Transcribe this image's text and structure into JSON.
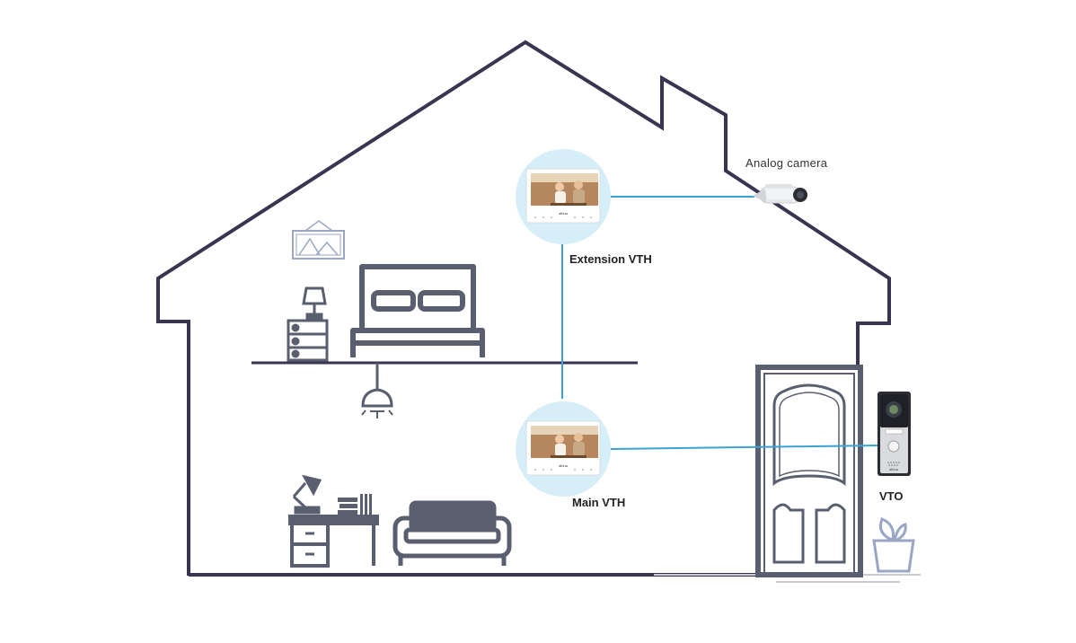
{
  "labels": {
    "analog_camera": "Analog  camera",
    "extension_vth": "Extension VTH",
    "main_vth": "Main VTH",
    "vto": "VTO",
    "vth_brand": "alhua",
    "vto_brand": "alhua"
  },
  "colors": {
    "house_outline": "#3b3450",
    "furniture": "#5a5f70",
    "connection_line": "#3aa3d6",
    "device_halo": "#d6eef8",
    "picture_frame": "#9aa6c4",
    "plant": "#9aa6c4"
  },
  "icons": [
    "picture-frame-icon",
    "lamp-icon",
    "nightstand-icon",
    "bed-icon",
    "ceiling-lamp-icon",
    "desk-lamp-icon",
    "books-icon",
    "desk-icon",
    "sofa-icon",
    "door-icon",
    "plant-icon",
    "camera-icon",
    "vth-monitor-icon",
    "vto-icon"
  ]
}
